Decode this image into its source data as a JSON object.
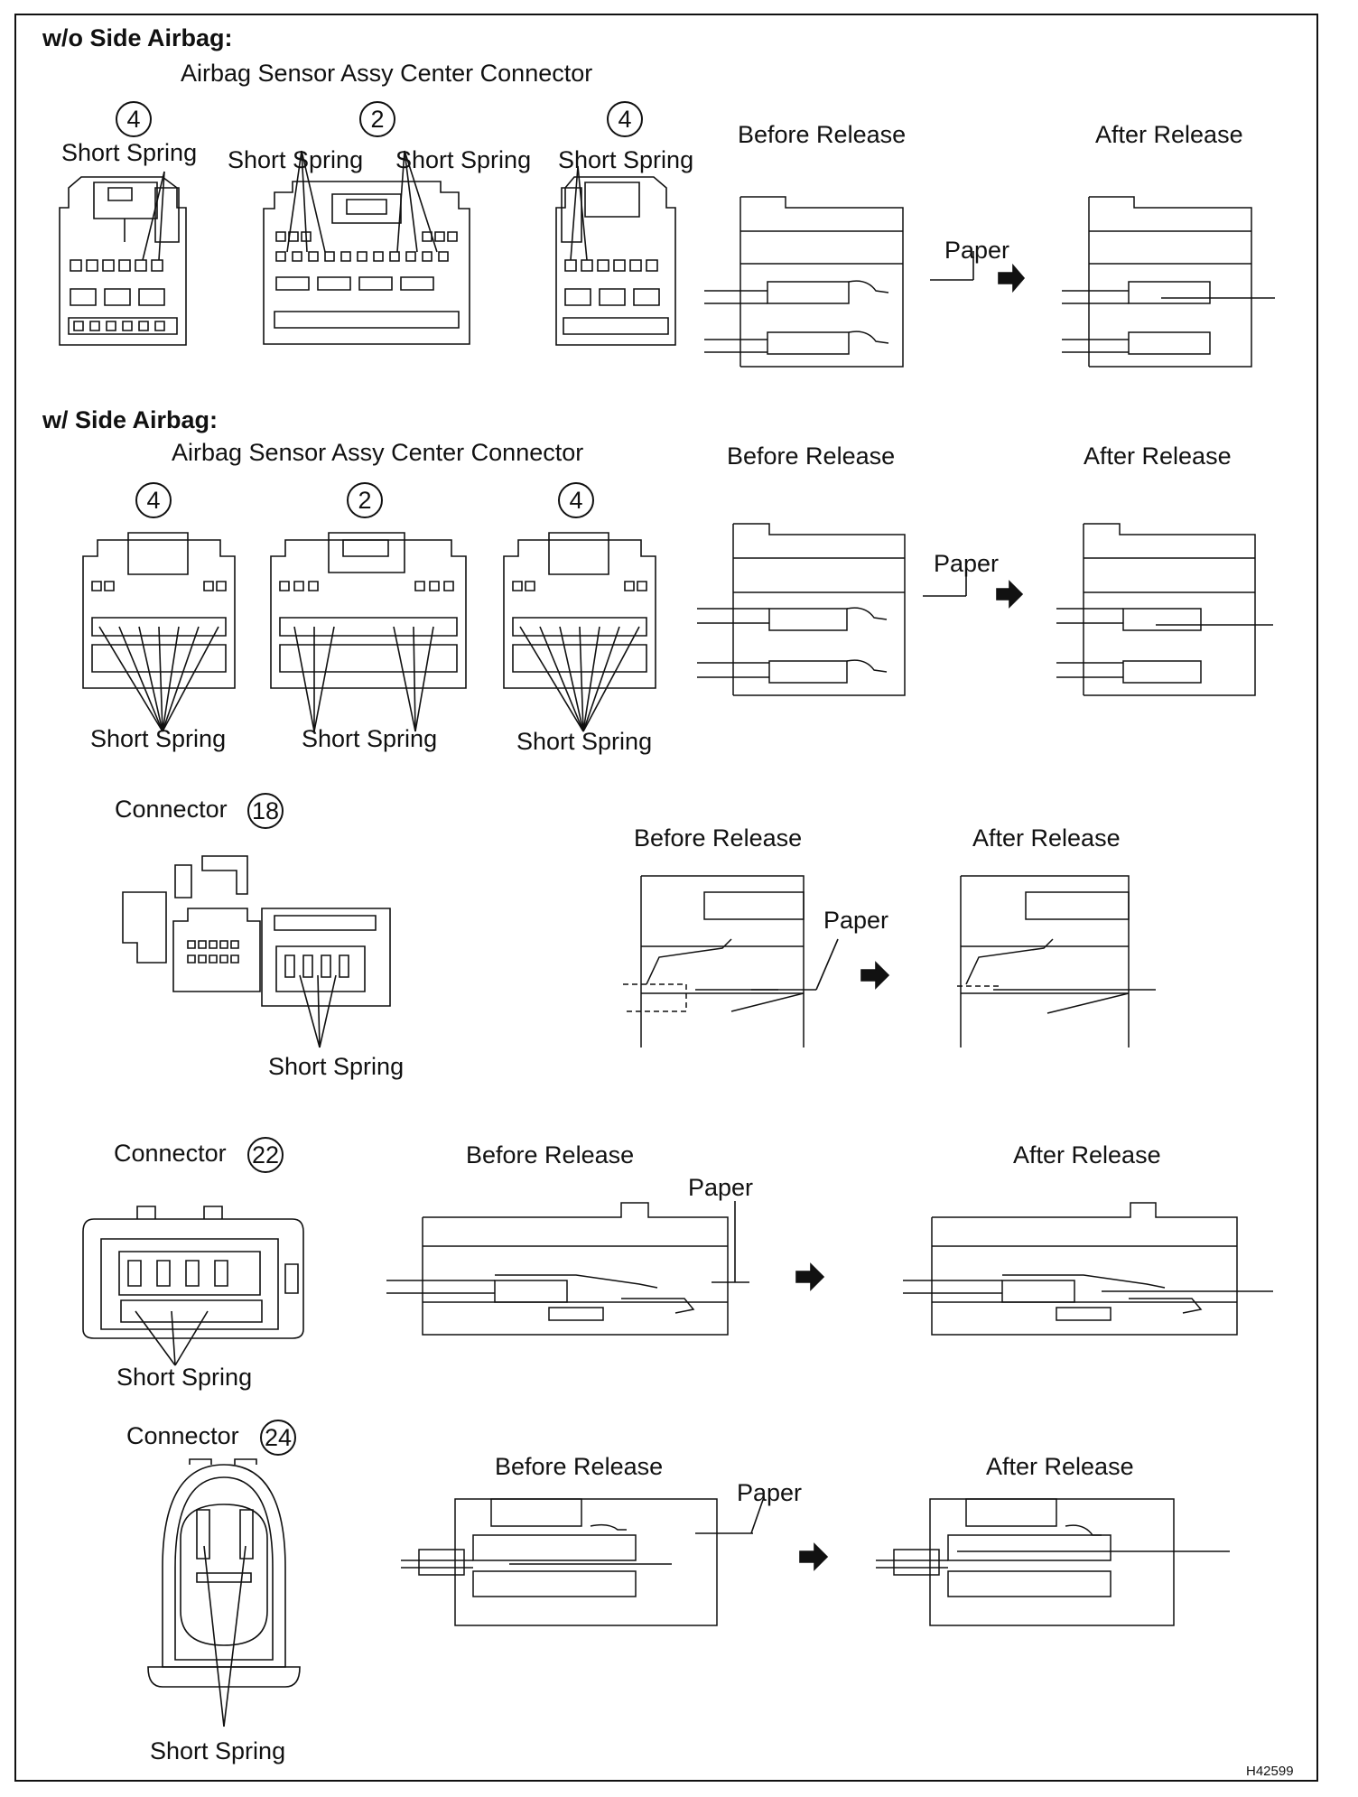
{
  "sections": {
    "wo_side_airbag": {
      "heading": "w/o Side Airbag:",
      "connector_title": "Airbag Sensor Assy Center Connector",
      "numbers": [
        "4",
        "2",
        "4"
      ],
      "short_spring_labels": [
        "Short Spring",
        "Short Spring",
        "Short Spring",
        "Short Spring"
      ],
      "before_release": "Before Release",
      "after_release": "After Release",
      "paper": "Paper"
    },
    "w_side_airbag": {
      "heading": "w/ Side Airbag:",
      "connector_title": "Airbag Sensor Assy Center Connector",
      "numbers": [
        "4",
        "2",
        "4"
      ],
      "short_spring_labels": [
        "Short Spring",
        "Short Spring",
        "Short Spring"
      ],
      "before_release": "Before Release",
      "after_release": "After Release",
      "paper": "Paper"
    },
    "connector_18": {
      "label": "Connector",
      "number": "18",
      "short_spring": "Short Spring",
      "before_release": "Before Release",
      "after_release": "After Release",
      "paper": "Paper"
    },
    "connector_22": {
      "label": "Connector",
      "number": "22",
      "short_spring": "Short Spring",
      "before_release": "Before Release",
      "after_release": "After Release",
      "paper": "Paper"
    },
    "connector_24": {
      "label": "Connector",
      "number": "24",
      "short_spring": "Short Spring",
      "before_release": "Before Release",
      "after_release": "After Release",
      "paper": "Paper"
    }
  },
  "figure_code": "H42599"
}
